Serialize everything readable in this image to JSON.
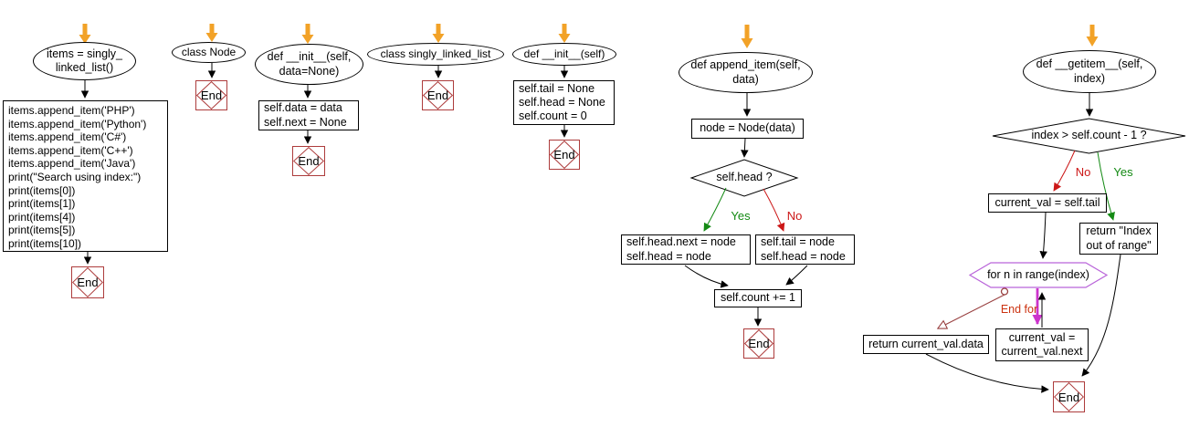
{
  "colors": {
    "start_arrow": "#f2a227",
    "edge": "#000000",
    "yes": "#148a14",
    "no": "#cc1818",
    "loop_outline": "#b964d9",
    "loop_arrow": "#cc33cc",
    "end_for": "#cc3311",
    "end_for_line": "#994040",
    "end_node": "#ad3c3c"
  },
  "flowcharts": {
    "items_script": {
      "start_label": "items = singly_\nlinked_list()",
      "body": "items.append_item('PHP')\nitems.append_item('Python')\nitems.append_item('C#')\nitems.append_item('C++')\nitems.append_item('Java')\nprint(\"Search using index:\")\nprint(items[0])\nprint(items[1])\nprint(items[4])\nprint(items[5])\nprint(items[10])",
      "end_label": "End"
    },
    "class_node": {
      "start_label": "class Node",
      "end_label": "End"
    },
    "node_init": {
      "start_label": "def __init__(self,\ndata=None)",
      "body": "self.data = data\nself.next = None",
      "end_label": "End"
    },
    "class_sll": {
      "start_label": "class singly_linked_list",
      "end_label": "End"
    },
    "sll_init": {
      "start_label": "def __init__(self)",
      "body": "self.tail = None\nself.head = None\nself.count = 0",
      "end_label": "End"
    },
    "append_item": {
      "start_label": "def append_item(self,\ndata)",
      "node_assign": "node = Node(data)",
      "condition": "self.head ?",
      "yes_label": "Yes",
      "no_label": "No",
      "yes_branch": "self.head.next = node\nself.head = node",
      "no_branch": "self.tail = node\nself.head = node",
      "count_incr": "self.count += 1",
      "end_label": "End"
    },
    "getitem": {
      "start_label": "def __getitem__(self,\nindex)",
      "condition": "index > self.count - 1 ?",
      "no_label": "No",
      "yes_label": "Yes",
      "no_branch": "current_val = self.tail",
      "yes_branch": "return \"Index\nout of range\"",
      "loop": "for n in range(index)",
      "end_for_label": "End for",
      "loop_body": "current_val =\ncurrent_val.next",
      "return_data": "return current_val.data",
      "end_label": "End"
    }
  }
}
